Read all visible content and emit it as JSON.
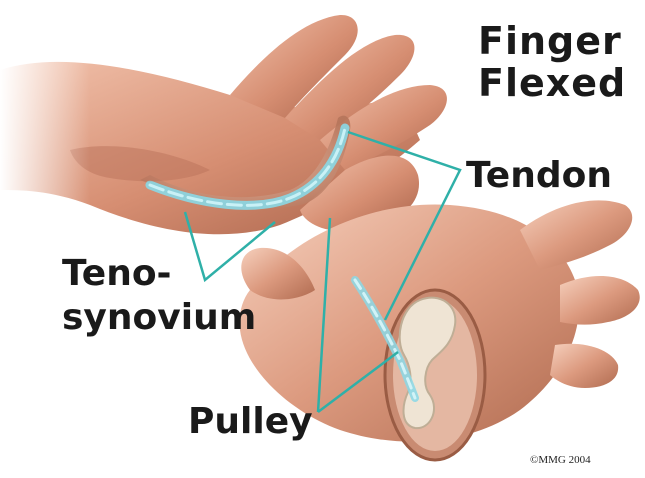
{
  "title": {
    "line1": "Finger",
    "line2": "Flexed"
  },
  "labels": {
    "tendon": "Tendon",
    "tenosynovium_line1": "Teno-",
    "tenosynovium_line2": "synovium",
    "pulley": "Pulley"
  },
  "copyright": "©MMG 2004",
  "colors": {
    "skin": "#d9977a",
    "skin_shadow": "#a85f45",
    "tendon": "#7fd1e0",
    "leader_line": "#2fb0a8",
    "bone": "#e8dccb"
  }
}
